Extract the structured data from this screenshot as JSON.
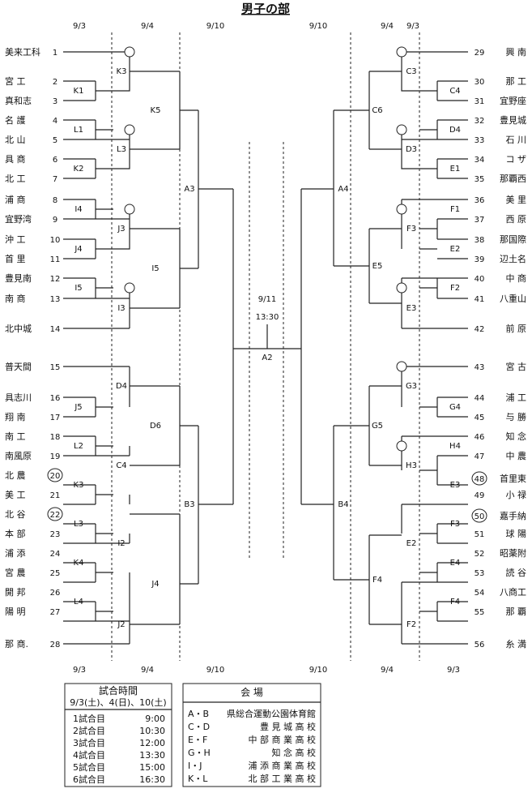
{
  "title": "男子の部",
  "dates_top": {
    "l1": "9/3",
    "l2": "9/4",
    "l3": "9/10",
    "r3": "9/10",
    "r2": "9/4",
    "r1": "9/3"
  },
  "dates_bottom": {
    "l1": "9/3",
    "l2": "9/4",
    "l3": "9/10",
    "r3": "9/10",
    "r2": "9/4",
    "r1": "9/3"
  },
  "final": {
    "date": "9/11",
    "time": "13:30",
    "match": "A2"
  },
  "left_teams": [
    {
      "num": "1",
      "name": "美来工科"
    },
    {
      "num": "2",
      "name": "宮 工"
    },
    {
      "num": "3",
      "name": "真和志"
    },
    {
      "num": "4",
      "name": "名 護"
    },
    {
      "num": "5",
      "name": "北 山"
    },
    {
      "num": "6",
      "name": "具 商"
    },
    {
      "num": "7",
      "name": "北 工"
    },
    {
      "num": "8",
      "name": "浦 商"
    },
    {
      "num": "9",
      "name": "宜野湾"
    },
    {
      "num": "10",
      "name": "沖 工"
    },
    {
      "num": "11",
      "name": "首 里"
    },
    {
      "num": "12",
      "name": "豊見南"
    },
    {
      "num": "13",
      "name": "南 商"
    },
    {
      "num": "14",
      "name": "北中城"
    },
    {
      "num": "15",
      "name": "普天間"
    },
    {
      "num": "16",
      "name": "具志川"
    },
    {
      "num": "17",
      "name": "翔 南"
    },
    {
      "num": "18",
      "name": "南 工"
    },
    {
      "num": "19",
      "name": "南風原"
    },
    {
      "num": "20",
      "name": "北 農"
    },
    {
      "num": "21",
      "name": "美 工"
    },
    {
      "num": "22",
      "name": "北 谷"
    },
    {
      "num": "23",
      "name": "本 部"
    },
    {
      "num": "24",
      "name": "浦 添"
    },
    {
      "num": "25",
      "name": "宮 農"
    },
    {
      "num": "26",
      "name": "開 邦"
    },
    {
      "num": "27",
      "name": "陽 明"
    },
    {
      "num": "28",
      "name": "那 商."
    }
  ],
  "right_teams": [
    {
      "num": "29",
      "name": "興 南"
    },
    {
      "num": "30",
      "name": "那 工"
    },
    {
      "num": "31",
      "name": "宜野座"
    },
    {
      "num": "32",
      "name": "豊見城"
    },
    {
      "num": "33",
      "name": "石 川"
    },
    {
      "num": "34",
      "name": "コ ザ"
    },
    {
      "num": "35",
      "name": "那覇西"
    },
    {
      "num": "36",
      "name": "美 里"
    },
    {
      "num": "37",
      "name": "西 原"
    },
    {
      "num": "38",
      "name": "那国際"
    },
    {
      "num": "39",
      "name": "辺土名"
    },
    {
      "num": "40",
      "name": "中 商"
    },
    {
      "num": "41",
      "name": "八重山"
    },
    {
      "num": "42",
      "name": "前 原"
    },
    {
      "num": "43",
      "name": "宮 古"
    },
    {
      "num": "44",
      "name": "浦 工"
    },
    {
      "num": "45",
      "name": "与 勝"
    },
    {
      "num": "46",
      "name": "知 念"
    },
    {
      "num": "47",
      "name": "中 農"
    },
    {
      "num": "48",
      "name": "首里東"
    },
    {
      "num": "49",
      "name": "小 禄"
    },
    {
      "num": "50",
      "name": "嘉手納"
    },
    {
      "num": "51",
      "name": "球 陽"
    },
    {
      "num": "52",
      "name": "昭薬附"
    },
    {
      "num": "53",
      "name": "読 谷"
    },
    {
      "num": "54",
      "name": "八商工"
    },
    {
      "num": "55",
      "name": "那 覇"
    },
    {
      "num": "56",
      "name": "糸 満"
    }
  ],
  "matches": {
    "K3a": "K3",
    "K1": "K1",
    "K5": "K5",
    "L1": "L1",
    "L3": "L3",
    "K2": "K2",
    "A3": "A3",
    "I4": "I4",
    "J3": "J3",
    "J4": "J4",
    "I5a": "I5",
    "I5b": "I5",
    "I3": "I3",
    "D4": "D4",
    "J5": "J5",
    "D6": "D6",
    "L2a": "L2",
    "C4a": "C4",
    "K3b": "K3",
    "B3": "B3",
    "L3b": "L3",
    "I2": "I2",
    "K4": "K4",
    "J4b": "J4",
    "L4": "L4",
    "J2": "J2",
    "C3": "C3",
    "C4b": "C4",
    "C6": "C6",
    "D4b": "D4",
    "D3": "D3",
    "E1": "E1",
    "A4": "A4",
    "F1": "F1",
    "F3a": "F3",
    "E2a": "E2",
    "E5": "E5",
    "F2a": "F2",
    "E3a": "E3",
    "G3": "G3",
    "G4": "G4",
    "G5": "G5",
    "H4": "H4",
    "H3": "H3",
    "E3b": "E3",
    "B4": "B4",
    "F3b": "F3",
    "E2b": "E2",
    "E4": "E4",
    "F4": "F4",
    "F4b": "F4",
    "F2b": "F2"
  },
  "schedule": {
    "title": "試合時間",
    "subtitle": "9/3(土)、4(日)、10(土)",
    "rows": [
      {
        "label": "1試合目",
        "time": "9:00"
      },
      {
        "label": "2試合目",
        "time": "10:30"
      },
      {
        "label": "3試合目",
        "time": "12:00"
      },
      {
        "label": "4試合目",
        "time": "13:30"
      },
      {
        "label": "5試合目",
        "time": "15:00"
      },
      {
        "label": "6試合目",
        "time": "16:30"
      }
    ]
  },
  "venues": {
    "title": "会 場",
    "rows": [
      {
        "code": "A・B",
        "name": "県総合運動公園体育館"
      },
      {
        "code": "C・D",
        "name": "豊 見 城 高 校"
      },
      {
        "code": "E・F",
        "name": "中 部 商 業 高 校"
      },
      {
        "code": "G・H",
        "name": "知 念 高 校"
      },
      {
        "code": "I・J",
        "name": "浦 添 商 業 高 校"
      },
      {
        "code": "K・L",
        "name": "北 部 工 業 高 校"
      }
    ]
  }
}
